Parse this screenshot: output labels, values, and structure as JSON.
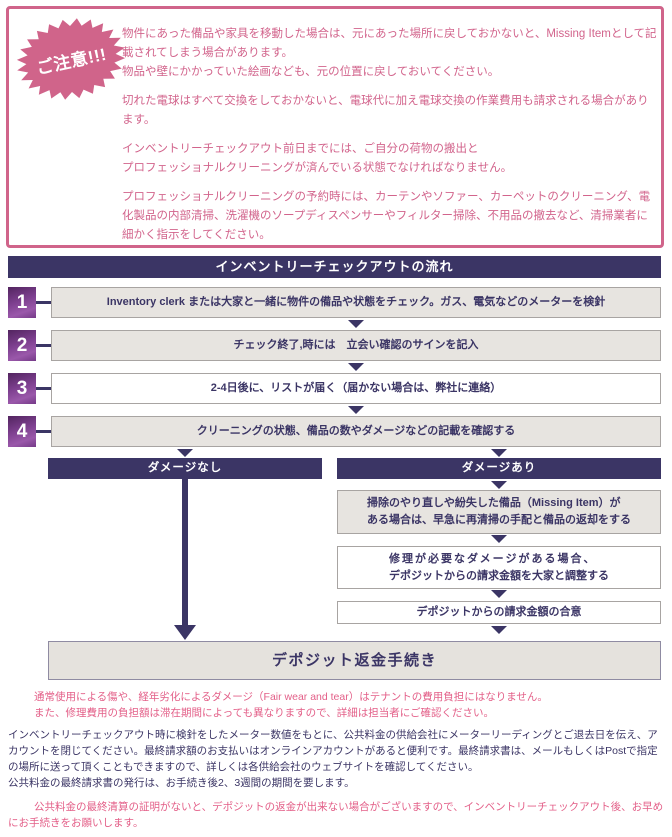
{
  "colors": {
    "pink_border": "#d0648a",
    "pink_text": "#d2648c",
    "footer_pink": "#e35f88",
    "navy": "#3b3565",
    "box_gray": "#e7e4e0",
    "number_purple": "#7e4090"
  },
  "notice": {
    "badge": "ご注意!!!",
    "paragraphs": [
      "物件にあった備品や家具を移動した場合は、元にあった場所に戻しておかないと、Missing Itemとして記載されてしまう場合があります。\n物品や壁にかかっていた絵画なども、元の位置に戻しておいてください。",
      "切れた電球はすべて交換をしておかないと、電球代に加え電球交換の作業費用も請求される場合があります。",
      "インベントリーチェックアウト前日までには、ご自分の荷物の搬出と\nプロフェッショナルクリーニングが済んでいる状態でなければなりません。",
      "プロフェッショナルクリーニングの予約時には、カーテンやソファー、カーペットのクリーニング、電化製品の内部清掃、洗濯機のソープディスペンサーやフィルター掃除、不用品の撤去など、清掃業者に細かく指示をしてください。"
    ]
  },
  "flow": {
    "title": "インベントリーチェックアウトの流れ",
    "steps": [
      {
        "num": "1",
        "text": "Inventory clerk または大家と一緒に物件の備品や状態をチェック。ガス、電気などのメーターを検針"
      },
      {
        "num": "2",
        "text": "チェック終了,時には　立会い確認のサインを記入"
      },
      {
        "num": "3",
        "text": "2-4日後に、リストが届く（届かない場合は、弊社に連絡）"
      },
      {
        "num": "4",
        "text": "クリーニングの状態、備品の数やダメージなどの記載を確認する"
      }
    ],
    "branch_left_label": "ダメージなし",
    "branch_right_label": "ダメージあり",
    "right_boxes": [
      {
        "lines": [
          "掃除のやり直しや紛失した備品（Missing Item）が",
          "ある場合は、早急に再清掃の手配と備品の返却をする"
        ]
      },
      {
        "lines": [
          "修理が必要なダメージがある場合、",
          "デポジットからの請求金額を大家と調整する"
        ]
      },
      {
        "lines": [
          "デポジットからの請求金額の合意"
        ]
      }
    ],
    "final_box": "デポジット返金手続き"
  },
  "footer": {
    "paragraphs": [
      "通常使用による傷や、経年劣化によるダメージ（Fair wear and tear）はテナントの費用負担にはなりません。\nまた、修理費用の負担額は滞在期間によっても異なりますので、詳細は担当者にご確認ください。",
      "インベントリーチェックアウト時に検針をしたメーター数値をもとに、公共料金の供給会社にメーターリーディングとご退去日を伝え、アカウントを閉じてください。最終請求額のお支払いはオンラインアカウントがあると便利です。最終請求書は、メールもしくはPostで指定の場所に送って頂くこともできますので、詳しくは各供給会社のウェブサイトを確認してください。\n公共料金の最終請求書の発行は、お手続き後2、3週間の期間を要します。",
      "公共料金の最終清算の証明がないと、デポジットの返金が出来ない場合がございますので、インベントリーチェックアウト後、お早めにお手続きをお願いします。"
    ]
  }
}
